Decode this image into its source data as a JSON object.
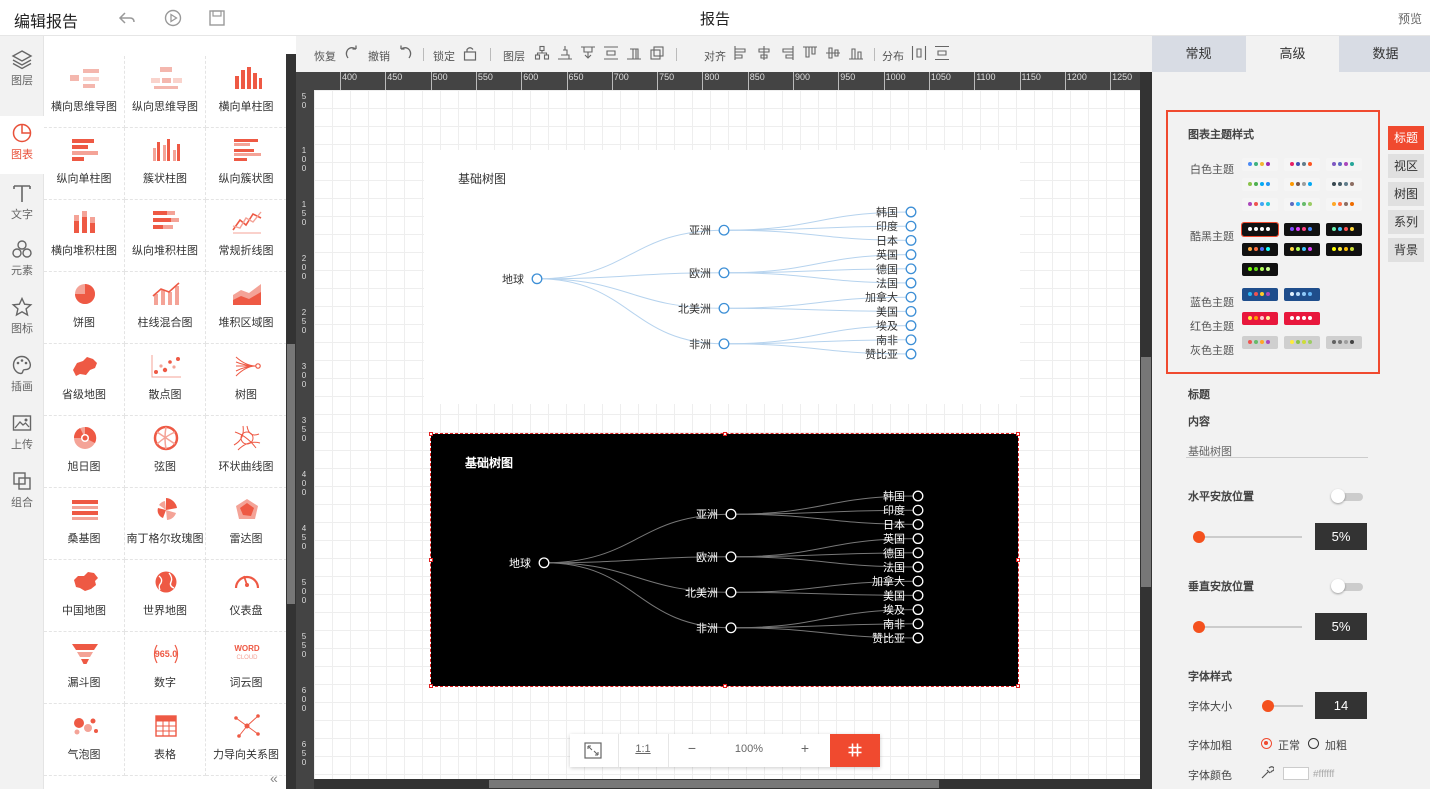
{
  "header": {
    "title": "编辑报告",
    "center_title": "报告",
    "preview": "预览"
  },
  "left_nav": [
    {
      "label": "图层",
      "icon": "layers-icon"
    },
    {
      "label": "图表",
      "icon": "chart-icon"
    },
    {
      "label": "文字",
      "icon": "text-icon"
    },
    {
      "label": "元素",
      "icon": "elements-icon"
    },
    {
      "label": "图标",
      "icon": "star-icon"
    },
    {
      "label": "插画",
      "icon": "palette-icon"
    },
    {
      "label": "上传",
      "icon": "upload-image-icon"
    },
    {
      "label": "组合",
      "icon": "group-icon"
    }
  ],
  "palette": [
    {
      "label": "横向思维导图",
      "icon": "mindmap-h"
    },
    {
      "label": "纵向思维导图",
      "icon": "mindmap-v"
    },
    {
      "label": "横向单柱图",
      "icon": "bar-v"
    },
    {
      "label": "纵向单柱图",
      "icon": "bar-h"
    },
    {
      "label": "簇状柱图",
      "icon": "bar-cluster"
    },
    {
      "label": "纵向簇状图",
      "icon": "bar-h-cluster"
    },
    {
      "label": "横向堆积柱图",
      "icon": "bar-stack"
    },
    {
      "label": "纵向堆积柱图",
      "icon": "bar-h-stack"
    },
    {
      "label": "常规折线图",
      "icon": "line"
    },
    {
      "label": "饼图",
      "icon": "pie"
    },
    {
      "label": "柱线混合图",
      "icon": "bar-line"
    },
    {
      "label": "堆积区域图",
      "icon": "area"
    },
    {
      "label": "省级地图",
      "icon": "map"
    },
    {
      "label": "散点图",
      "icon": "scatter"
    },
    {
      "label": "树图",
      "icon": "tree"
    },
    {
      "label": "旭日图",
      "icon": "sunburst"
    },
    {
      "label": "弦图",
      "icon": "chord"
    },
    {
      "label": "环状曲线图",
      "icon": "ring-curve"
    },
    {
      "label": "桑基图",
      "icon": "sankey"
    },
    {
      "label": "南丁格尔玫瑰图",
      "icon": "rose"
    },
    {
      "label": "雷达图",
      "icon": "radar"
    },
    {
      "label": "中国地图",
      "icon": "map-china"
    },
    {
      "label": "世界地图",
      "icon": "globe"
    },
    {
      "label": "仪表盘",
      "icon": "gauge"
    },
    {
      "label": "漏斗图",
      "icon": "funnel"
    },
    {
      "label": "数字",
      "icon": "number"
    },
    {
      "label": "词云图",
      "icon": "wordcloud"
    },
    {
      "label": "气泡图",
      "icon": "bubble"
    },
    {
      "label": "表格",
      "icon": "table"
    },
    {
      "label": "力导向关系图",
      "icon": "force"
    }
  ],
  "number_icon_text": "965.0",
  "wordcloud_icon_text": [
    "WORD",
    "CLOUD"
  ],
  "toolbar": {
    "redo": "恢复",
    "undo": "撤销",
    "lock": "锁定",
    "layer": "图层",
    "align": "对齐",
    "distribute": "分布"
  },
  "ruler_ticks": [
    "400",
    "450",
    "500",
    "550",
    "600",
    "650",
    "700",
    "750",
    "800",
    "850",
    "900",
    "950",
    "1000",
    "1050",
    "1100",
    "1150",
    "1200",
    "1250"
  ],
  "ruler_v_ticks": [
    "50",
    "100",
    "150",
    "200",
    "250",
    "300",
    "350",
    "400",
    "450",
    "500",
    "550",
    "600",
    "650"
  ],
  "charts": [
    {
      "title": "基础树图",
      "theme": "light"
    },
    {
      "title": "基础树图",
      "theme": "dark"
    }
  ],
  "tree": {
    "root": "地球",
    "branches": [
      {
        "name": "亚洲",
        "children": [
          "韩国",
          "印度",
          "日本"
        ]
      },
      {
        "name": "欧洲",
        "children": [
          "英国",
          "德国",
          "法国"
        ]
      },
      {
        "name": "北美洲",
        "children": [
          "加拿大",
          "美国"
        ]
      },
      {
        "name": "非洲",
        "children": [
          "埃及",
          "南非",
          "赞比亚"
        ]
      }
    ]
  },
  "zoom": {
    "fit": "",
    "one_to_one": "1:1",
    "minus": "−",
    "level": "100%",
    "plus": "+"
  },
  "right_panel": {
    "tabs": [
      "常规",
      "高级",
      "数据"
    ],
    "active_tab": 1,
    "side_tabs": [
      "标题",
      "视区",
      "树图",
      "系列",
      "背景"
    ],
    "theme_title": "图表主题样式",
    "themes": {
      "white": "白色主题",
      "dark": "酷黑主题",
      "blue": "蓝色主题",
      "red": "红色主题",
      "gray": "灰色主题"
    },
    "title_section": "标题",
    "content_label": "内容",
    "content_value": "基础树图",
    "h_pos_label": "水平安放位置",
    "h_pos_value": "5%",
    "v_pos_label": "垂直安放位置",
    "v_pos_value": "5%",
    "font_style": "字体样式",
    "font_size_label": "字体大小",
    "font_size_value": "14",
    "font_weight_label": "字体加粗",
    "weight_normal": "正常",
    "weight_bold": "加粗",
    "font_color_label": "字体颜色",
    "font_color_value": "#ffffff"
  },
  "colors": {
    "accent": "#f04a2f",
    "slider": "#f4511e",
    "tree_light": "#3d8fd6",
    "dark_bg": "#000000"
  }
}
